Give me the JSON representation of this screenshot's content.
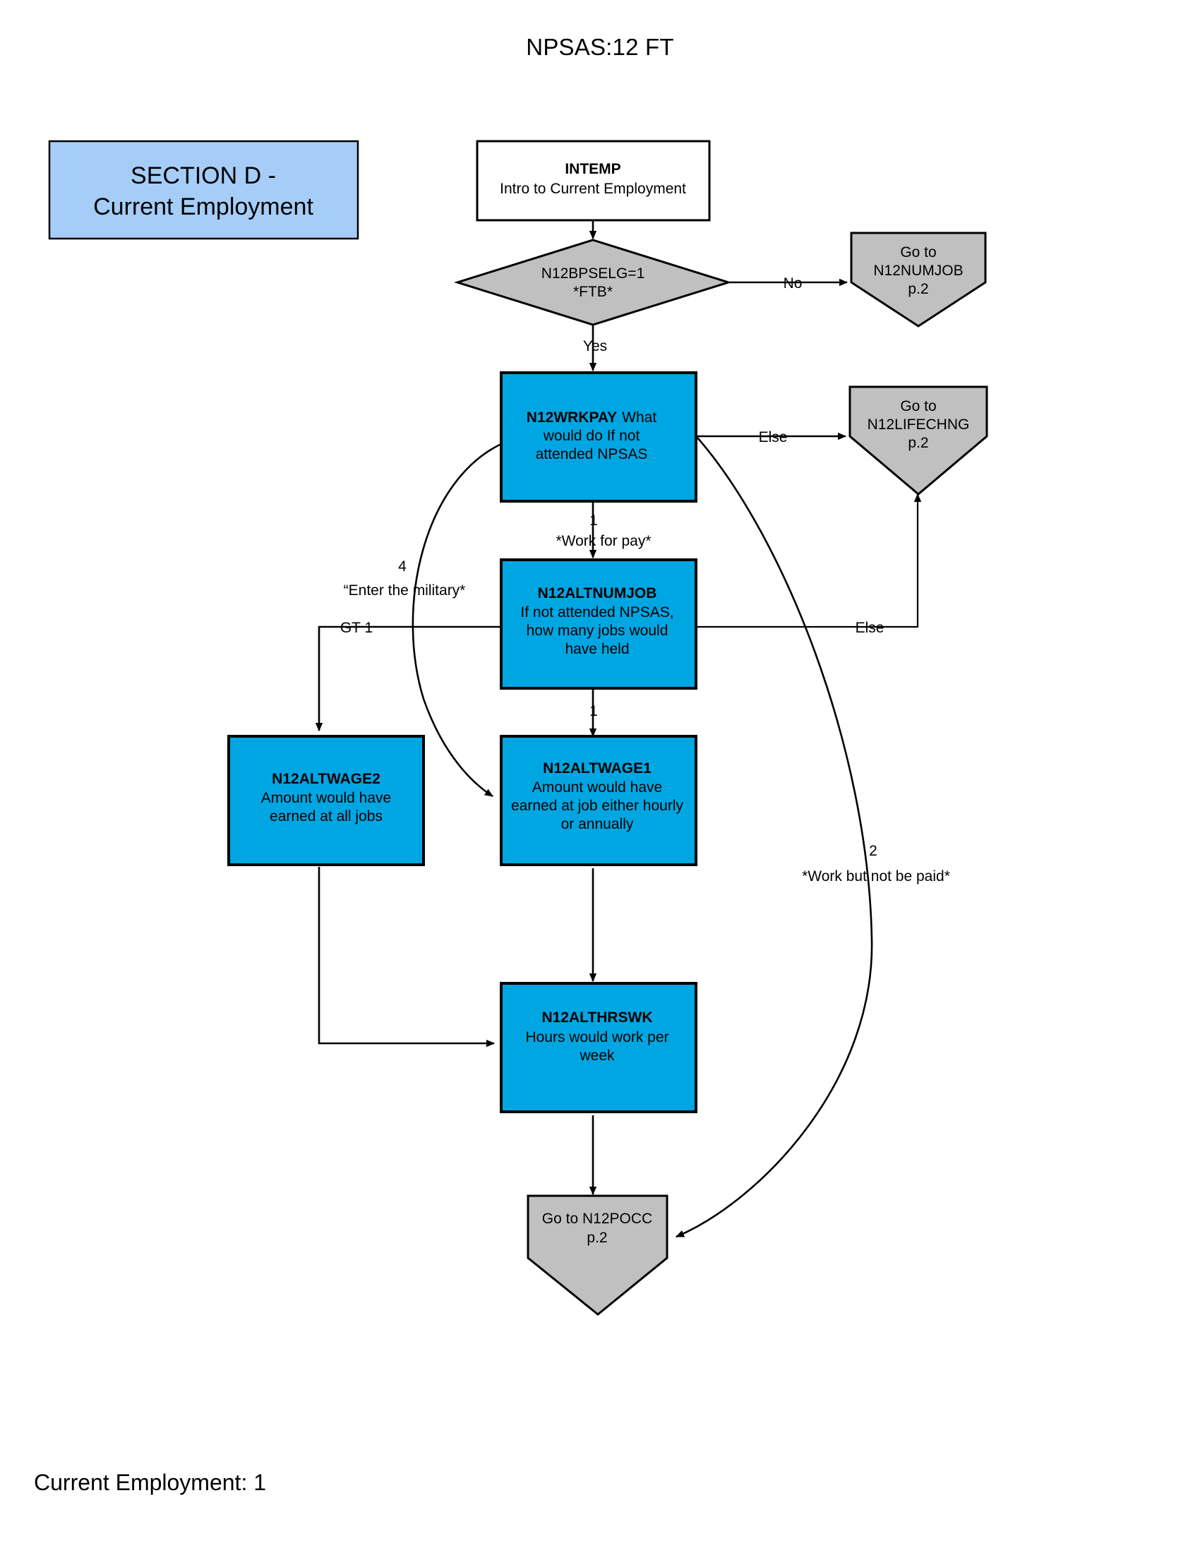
{
  "document": {
    "title": "NPSAS:12 FT",
    "footer": "Current Employment: 1"
  },
  "colors": {
    "section_box": "#a5cdf7",
    "question_box": "#00a6e2",
    "decision_shape": "#c0c0c0",
    "goto_shape": "#c0c0c0",
    "intro_box": "#ffffff",
    "line": "#000000"
  },
  "section_header": {
    "line1": "SECTION D -",
    "line2": "Current Employment"
  },
  "chart_data": {
    "type": "diagram",
    "diagram_kind": "flowchart",
    "title": "NPSAS:12 FT",
    "nodes": [
      {
        "id": "INTEMP",
        "shape": "process",
        "style": "white",
        "code": "INTEMP",
        "text": "Intro to Current Employment"
      },
      {
        "id": "N12BPSELG",
        "shape": "decision",
        "style": "gray",
        "line1": "N12BPSELG=1",
        "line2": "*FTB*"
      },
      {
        "id": "GOTO_N12NUMJOB",
        "shape": "offpage",
        "style": "gray",
        "line1": "Go to",
        "line2": "N12NUMJOB",
        "line3": "p.2"
      },
      {
        "id": "N12WRKPAY",
        "shape": "process",
        "style": "cyan",
        "code": "N12WRKPAY",
        "text_line1": "What",
        "text_line2": "would do If not",
        "text_line3": "attended NPSAS"
      },
      {
        "id": "GOTO_N12LIFECHNG",
        "shape": "offpage",
        "style": "gray",
        "line1": "Go to",
        "line2": "N12LIFECHNG",
        "line3": "p.2"
      },
      {
        "id": "N12ALTNUMJOB",
        "shape": "process",
        "style": "cyan",
        "code": "N12ALTNUMJOB",
        "text_line1": "If not attended NPSAS,",
        "text_line2": "how many jobs would",
        "text_line3": "have held"
      },
      {
        "id": "N12ALTWAGE2",
        "shape": "process",
        "style": "cyan",
        "code": "N12ALTWAGE2",
        "text_line1": "Amount would have",
        "text_line2": "earned at all jobs"
      },
      {
        "id": "N12ALTWAGE1",
        "shape": "process",
        "style": "cyan",
        "code": "N12ALTWAGE1",
        "text_line1": "Amount would have",
        "text_line2": "earned at job either hourly",
        "text_line3": "or annually"
      },
      {
        "id": "N12ALTHRSWK",
        "shape": "process",
        "style": "cyan",
        "code": "N12ALTHRSWK",
        "text_line1": "Hours would work per",
        "text_line2": "week"
      },
      {
        "id": "GOTO_N12POCC",
        "shape": "offpage",
        "style": "gray",
        "line1": "Go to N12POCC",
        "line2": "p.2"
      }
    ],
    "edges": [
      {
        "from": "INTEMP",
        "to": "N12BPSELG",
        "label": ""
      },
      {
        "from": "N12BPSELG",
        "to": "GOTO_N12NUMJOB",
        "label": "No"
      },
      {
        "from": "N12BPSELG",
        "to": "N12WRKPAY",
        "label": "Yes"
      },
      {
        "from": "N12WRKPAY",
        "to": "GOTO_N12LIFECHNG",
        "label": "Else"
      },
      {
        "from": "N12WRKPAY",
        "to": "N12ALTNUMJOB",
        "label_num": "1",
        "label": "*Work for pay*"
      },
      {
        "from": "N12WRKPAY",
        "to": "N12ALTWAGE1",
        "label_num": "4",
        "label": "“Enter the military*"
      },
      {
        "from": "N12WRKPAY",
        "to": "GOTO_N12POCC",
        "label_num": "2",
        "label": "*Work but not be paid*"
      },
      {
        "from": "N12ALTNUMJOB",
        "to": "N12ALTWAGE2",
        "label": "GT 1"
      },
      {
        "from": "N12ALTNUMJOB",
        "to": "N12ALTWAGE1",
        "label": "1"
      },
      {
        "from": "N12ALTNUMJOB",
        "to": "GOTO_N12LIFECHNG",
        "label": "Else"
      },
      {
        "from": "N12ALTWAGE2",
        "to": "N12ALTHRSWK",
        "label": ""
      },
      {
        "from": "N12ALTWAGE1",
        "to": "N12ALTHRSWK",
        "label": ""
      },
      {
        "from": "N12ALTHRSWK",
        "to": "GOTO_N12POCC",
        "label": ""
      }
    ],
    "edge_labels": {
      "no": "No",
      "yes": "Yes",
      "else_wrkpay": "Else",
      "else_altnumjob": "Else",
      "one_workforpay_num": "1",
      "one_workforpay_text": "*Work for pay*",
      "four_num": "4",
      "four_text": "“Enter the military*",
      "two_num": "2",
      "two_text": "*Work but not be paid*",
      "gt1": "GT 1",
      "one_to_wage1": "1"
    }
  }
}
